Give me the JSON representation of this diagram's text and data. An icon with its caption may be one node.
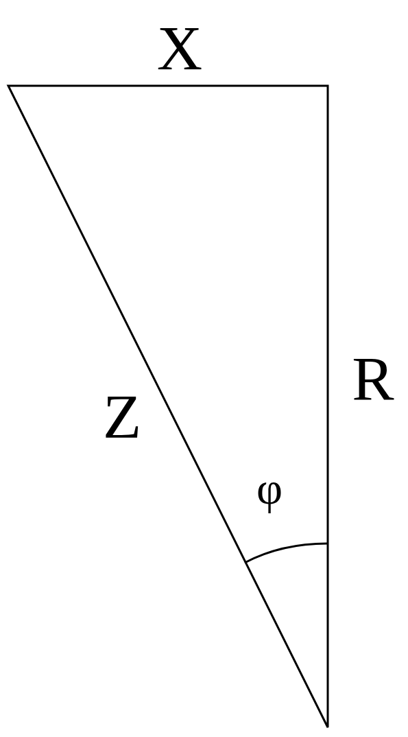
{
  "diagram": {
    "labels": [
      "X",
      "R",
      "Z",
      "φ"
    ]
  }
}
